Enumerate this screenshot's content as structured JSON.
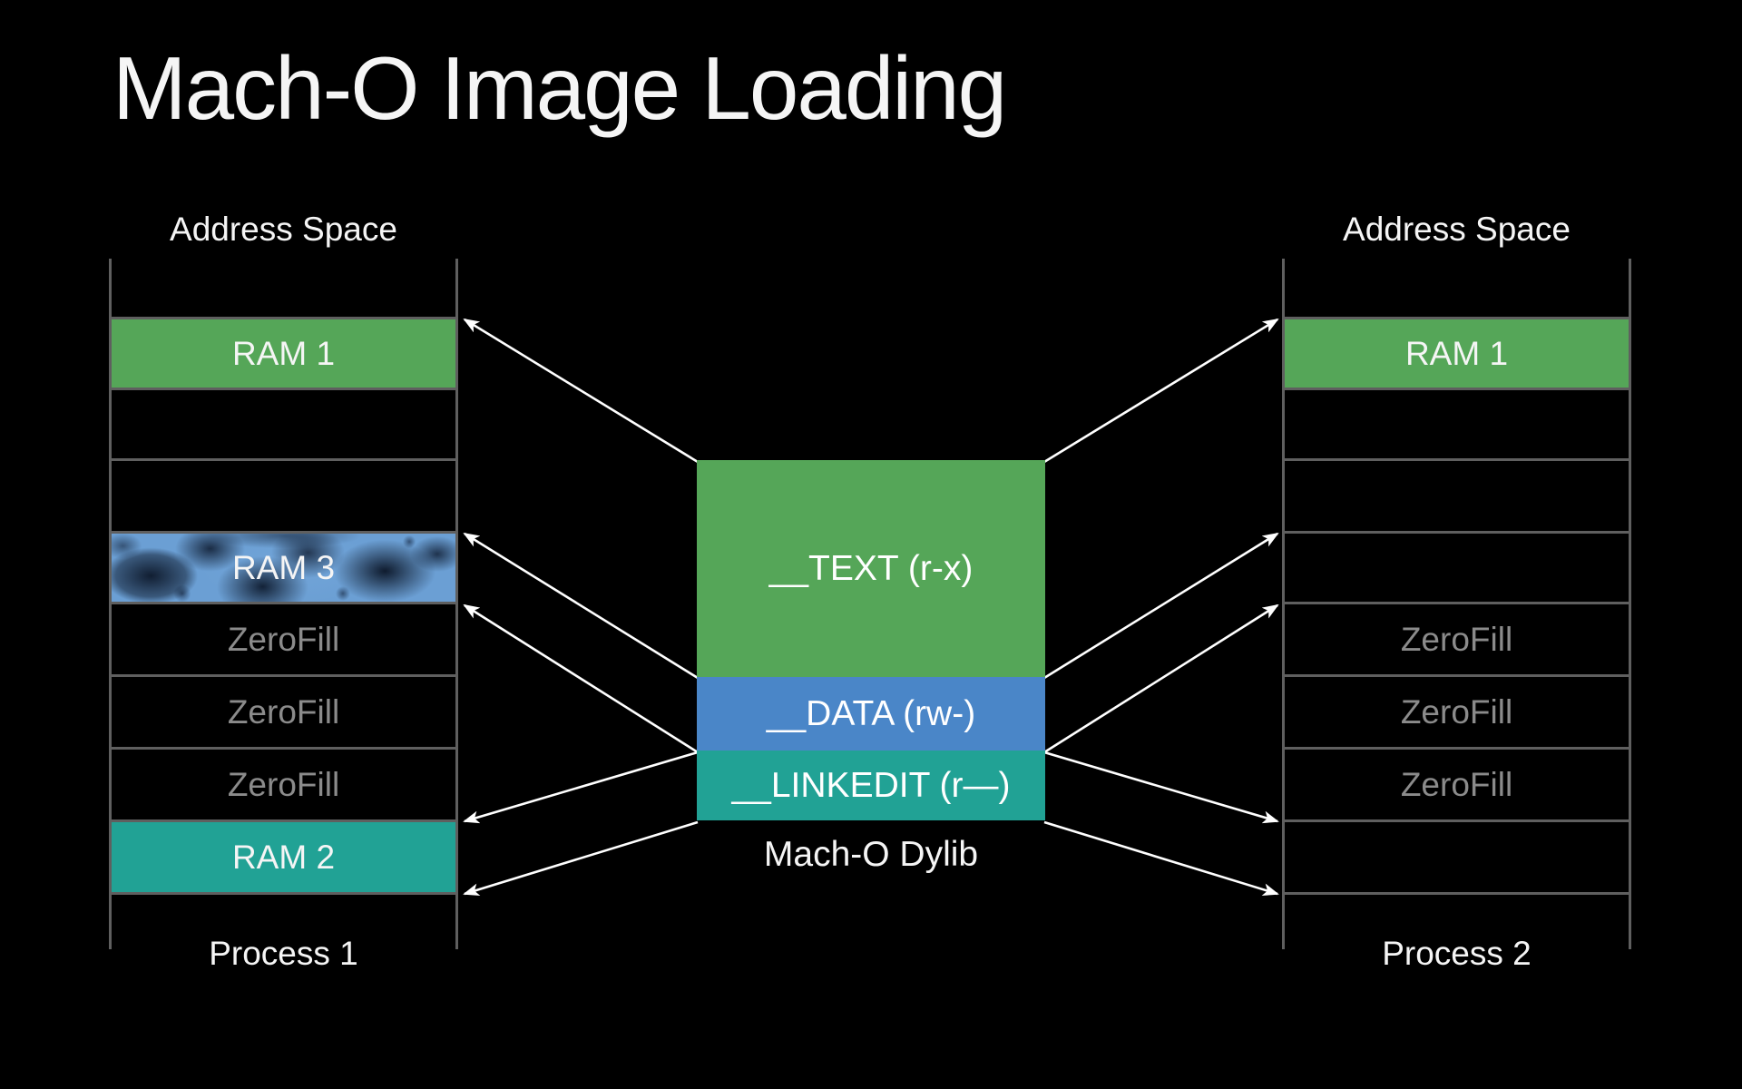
{
  "title": "Mach-O Image Loading",
  "left_column": {
    "header": "Address Space",
    "footer": "Process 1",
    "rows": [
      {
        "label": "",
        "type": "empty"
      },
      {
        "label": "RAM 1",
        "type": "ram-green"
      },
      {
        "label": "",
        "type": "empty"
      },
      {
        "label": "",
        "type": "empty"
      },
      {
        "label": "RAM 3",
        "type": "ram-textured"
      },
      {
        "label": "ZeroFill",
        "type": "zerofill"
      },
      {
        "label": "ZeroFill",
        "type": "zerofill"
      },
      {
        "label": "ZeroFill",
        "type": "zerofill"
      },
      {
        "label": "RAM 2",
        "type": "ram-teal"
      },
      {
        "label": "",
        "type": "empty"
      }
    ]
  },
  "right_column": {
    "header": "Address Space",
    "footer": "Process 2",
    "rows": [
      {
        "label": "",
        "type": "empty"
      },
      {
        "label": "RAM 1",
        "type": "ram-green"
      },
      {
        "label": "",
        "type": "empty"
      },
      {
        "label": "",
        "type": "empty"
      },
      {
        "label": "",
        "type": "empty"
      },
      {
        "label": "ZeroFill",
        "type": "zerofill"
      },
      {
        "label": "ZeroFill",
        "type": "zerofill"
      },
      {
        "label": "ZeroFill",
        "type": "zerofill"
      },
      {
        "label": "",
        "type": "empty"
      },
      {
        "label": "",
        "type": "empty"
      }
    ]
  },
  "dylib": {
    "caption": "Mach-O Dylib",
    "segments": [
      {
        "label": "__TEXT (r-x)",
        "color": "#55a658"
      },
      {
        "label": "__DATA (rw-)",
        "color": "#4a86c8"
      },
      {
        "label": "__LINKEDIT (r—)",
        "color": "#21a295"
      }
    ]
  },
  "colors": {
    "background": "#000000",
    "grid_line": "#5f5f5f",
    "text_white": "#f5f5f5",
    "zerofill_text": "#8b8b8b",
    "ram1_green": "#55a658",
    "ram2_teal": "#21a295",
    "ram3_blue": "#6b9fd4",
    "data_blue": "#4a86c8",
    "arrow": "#ffffff"
  }
}
